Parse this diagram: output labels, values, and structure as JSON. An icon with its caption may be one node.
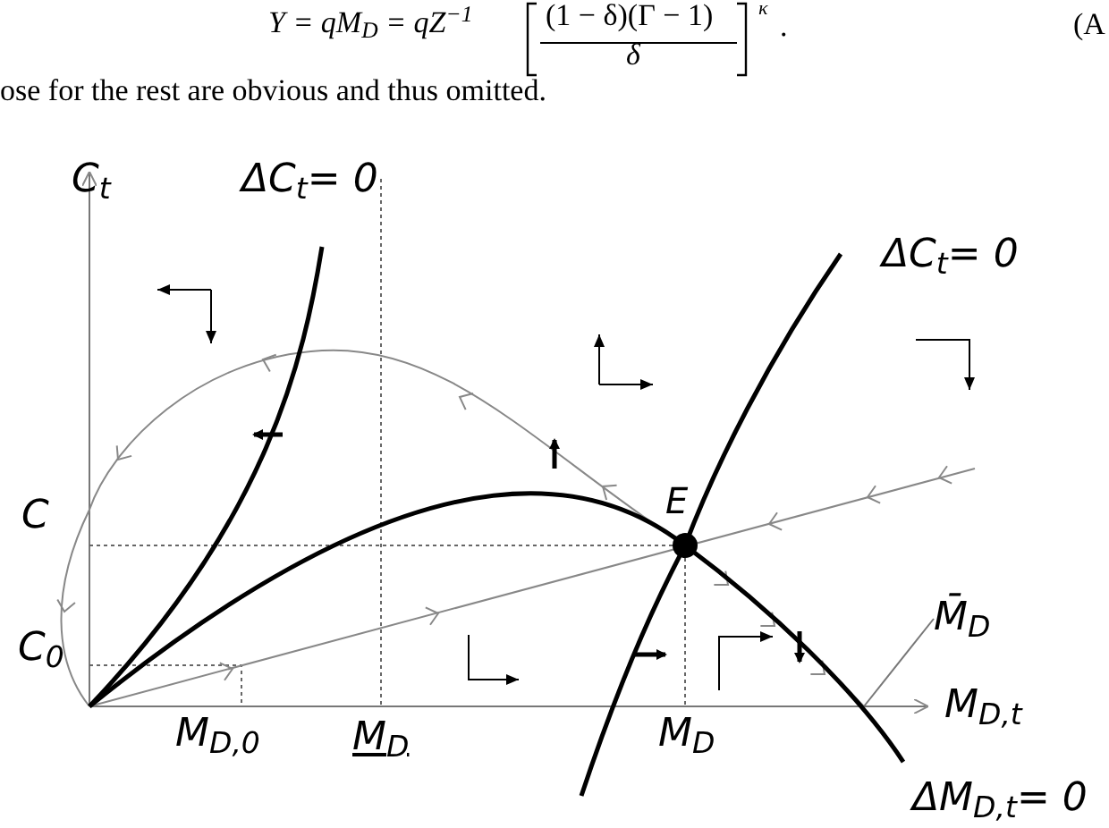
{
  "diagram": {
    "nodes": [
      {
        "text": [
          "M̄$_{D}$"
        ]
      },
      {
        "text": [],
        "shape": "curve"
      }
    ],
    "edges": [
      {
        "from": 0,
        "to": 1,
        "arrow": "none"
      }
    ],
    "labels": [
      "Y = qM$_{D}$ = qZ$^{−1}$",
      "(1 − δ)(Γ − 1)",
      "δ",
      "κ",
      ".",
      "(A",
      "ose for the rest are obvious and thus omitted.",
      "C$_{t}$",
      "ΔC$_{t}$= 0",
      "ΔC$_{t}$= 0",
      "E",
      "C",
      "C$_{0}$",
      "M$_{D,t}$",
      "M$_{D,0}$",
      "M$_{D}$",
      "M$_{D}$",
      "ΔM$_{D,t}$= 0"
    ]
  }
}
